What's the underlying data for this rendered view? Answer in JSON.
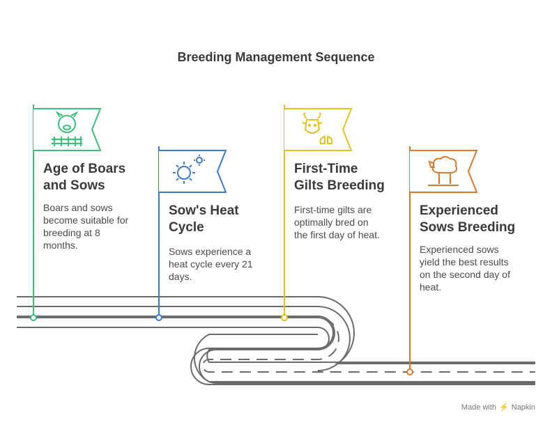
{
  "title": "Breeding Management Sequence",
  "steps": [
    {
      "title": "Age of Boars\nand Sows",
      "description": "Boars and sows\nbecome suitable for\nbreeding at 8\nmonths.",
      "color": "#3dbf7a",
      "icon": "pig-fence-icon"
    },
    {
      "title": "Sow's Heat\nCycle",
      "description": "Sows experience a\nheat cycle every 21\ndays.",
      "color": "#3b78c9",
      "icon": "sun-gear-icon"
    },
    {
      "title": "First-Time\nGilts Breeding",
      "description": "First-time gilts are\noptimally bred on\nthe first day of heat.",
      "color": "#e3c31b",
      "icon": "cow-hoof-icon"
    },
    {
      "title": "Experienced\nSows Breeding",
      "description": "Experienced sows\nyield the best results\non the second day of\nheat.",
      "color": "#d9782a",
      "icon": "sheep-icon"
    }
  ],
  "footer": {
    "made_with": "Made with",
    "brand": "Napkin"
  }
}
